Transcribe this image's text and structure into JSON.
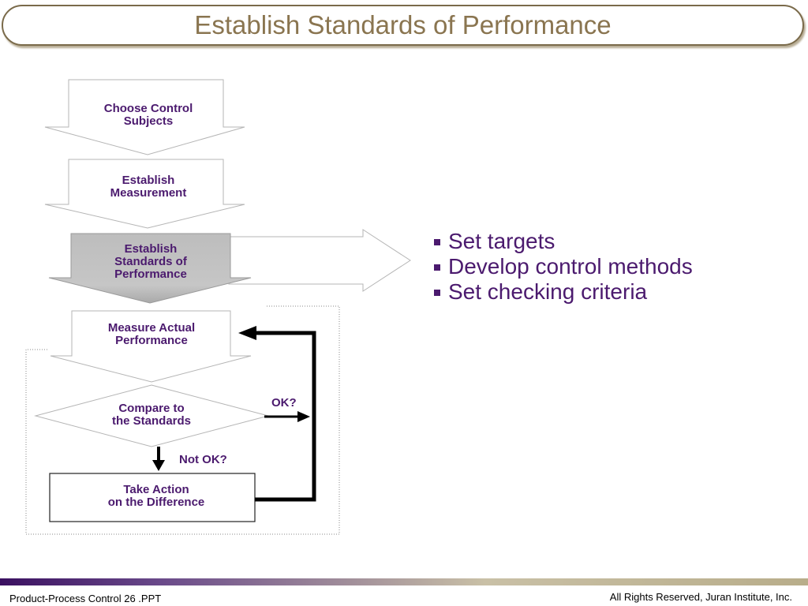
{
  "slide": {
    "title": "Establish Standards of Performance"
  },
  "steps": [
    {
      "label": "Choose Control\nSubjects",
      "highlighted": false
    },
    {
      "label": "Establish\nMeasurement",
      "highlighted": false
    },
    {
      "label": "Establish\nStandards of\nPerformance",
      "highlighted": true
    },
    {
      "label": "Measure Actual\nPerformance",
      "highlighted": false
    },
    {
      "label": "Compare to\nthe Standards",
      "highlighted": false
    },
    {
      "label": "Take Action\non the Difference",
      "highlighted": false
    }
  ],
  "branches": {
    "ok": "OK?",
    "not_ok": "Not OK?"
  },
  "bullets": [
    "Set targets",
    "Develop control methods",
    "Set checking criteria"
  ],
  "footer": {
    "left": "Product-Process Control 26 .PPT",
    "right": "All Rights Reserved, Juran Institute, Inc."
  },
  "colors": {
    "text_accent": "#4b1a6e",
    "title_color": "#8a7550",
    "highlight_fill": "#c0c0c0"
  }
}
